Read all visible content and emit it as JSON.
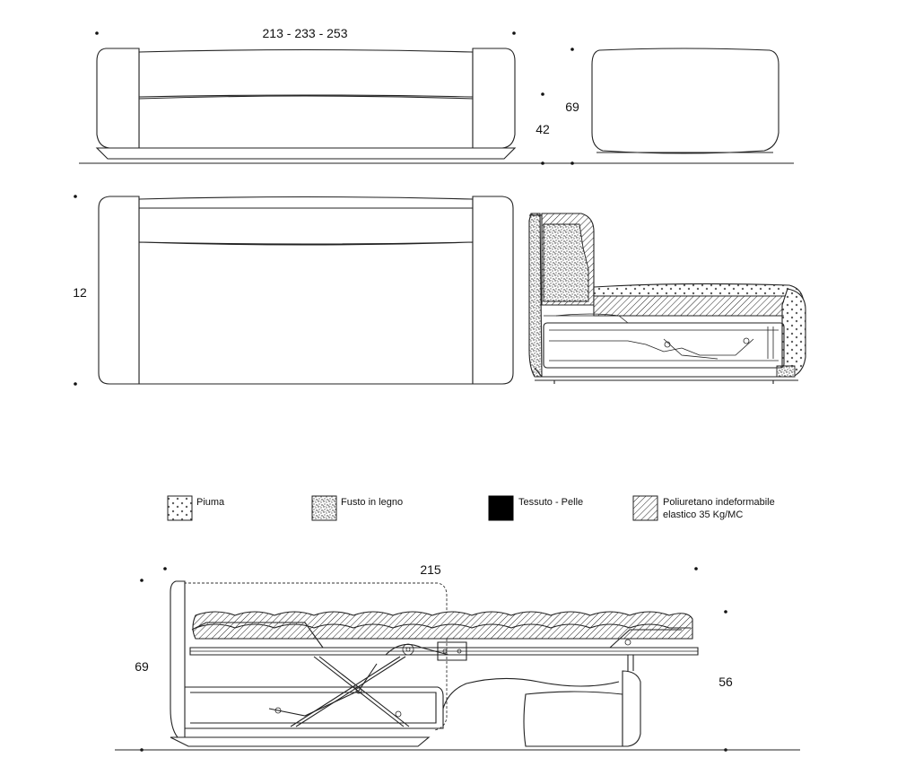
{
  "dimensions": {
    "width_options": "213 - 233 - 253",
    "depth": "69",
    "seat_height": "42",
    "arm_width": "12",
    "bed_length": "215",
    "bed_depth": "69",
    "bed_height": "56"
  },
  "legend": {
    "items": [
      {
        "label": "Piuma",
        "pattern": "feather"
      },
      {
        "label": "Fusto in legno",
        "pattern": "wood-frame"
      },
      {
        "label": "Tessuto - Pelle",
        "pattern": "fabric-leather"
      },
      {
        "label": "Poliuretano indeformabile",
        "label2": "elastico 35 Kg/MC",
        "pattern": "polyurethane"
      }
    ]
  },
  "colors": {
    "line": "#222222",
    "fabric": "#000000",
    "background": "#ffffff"
  }
}
